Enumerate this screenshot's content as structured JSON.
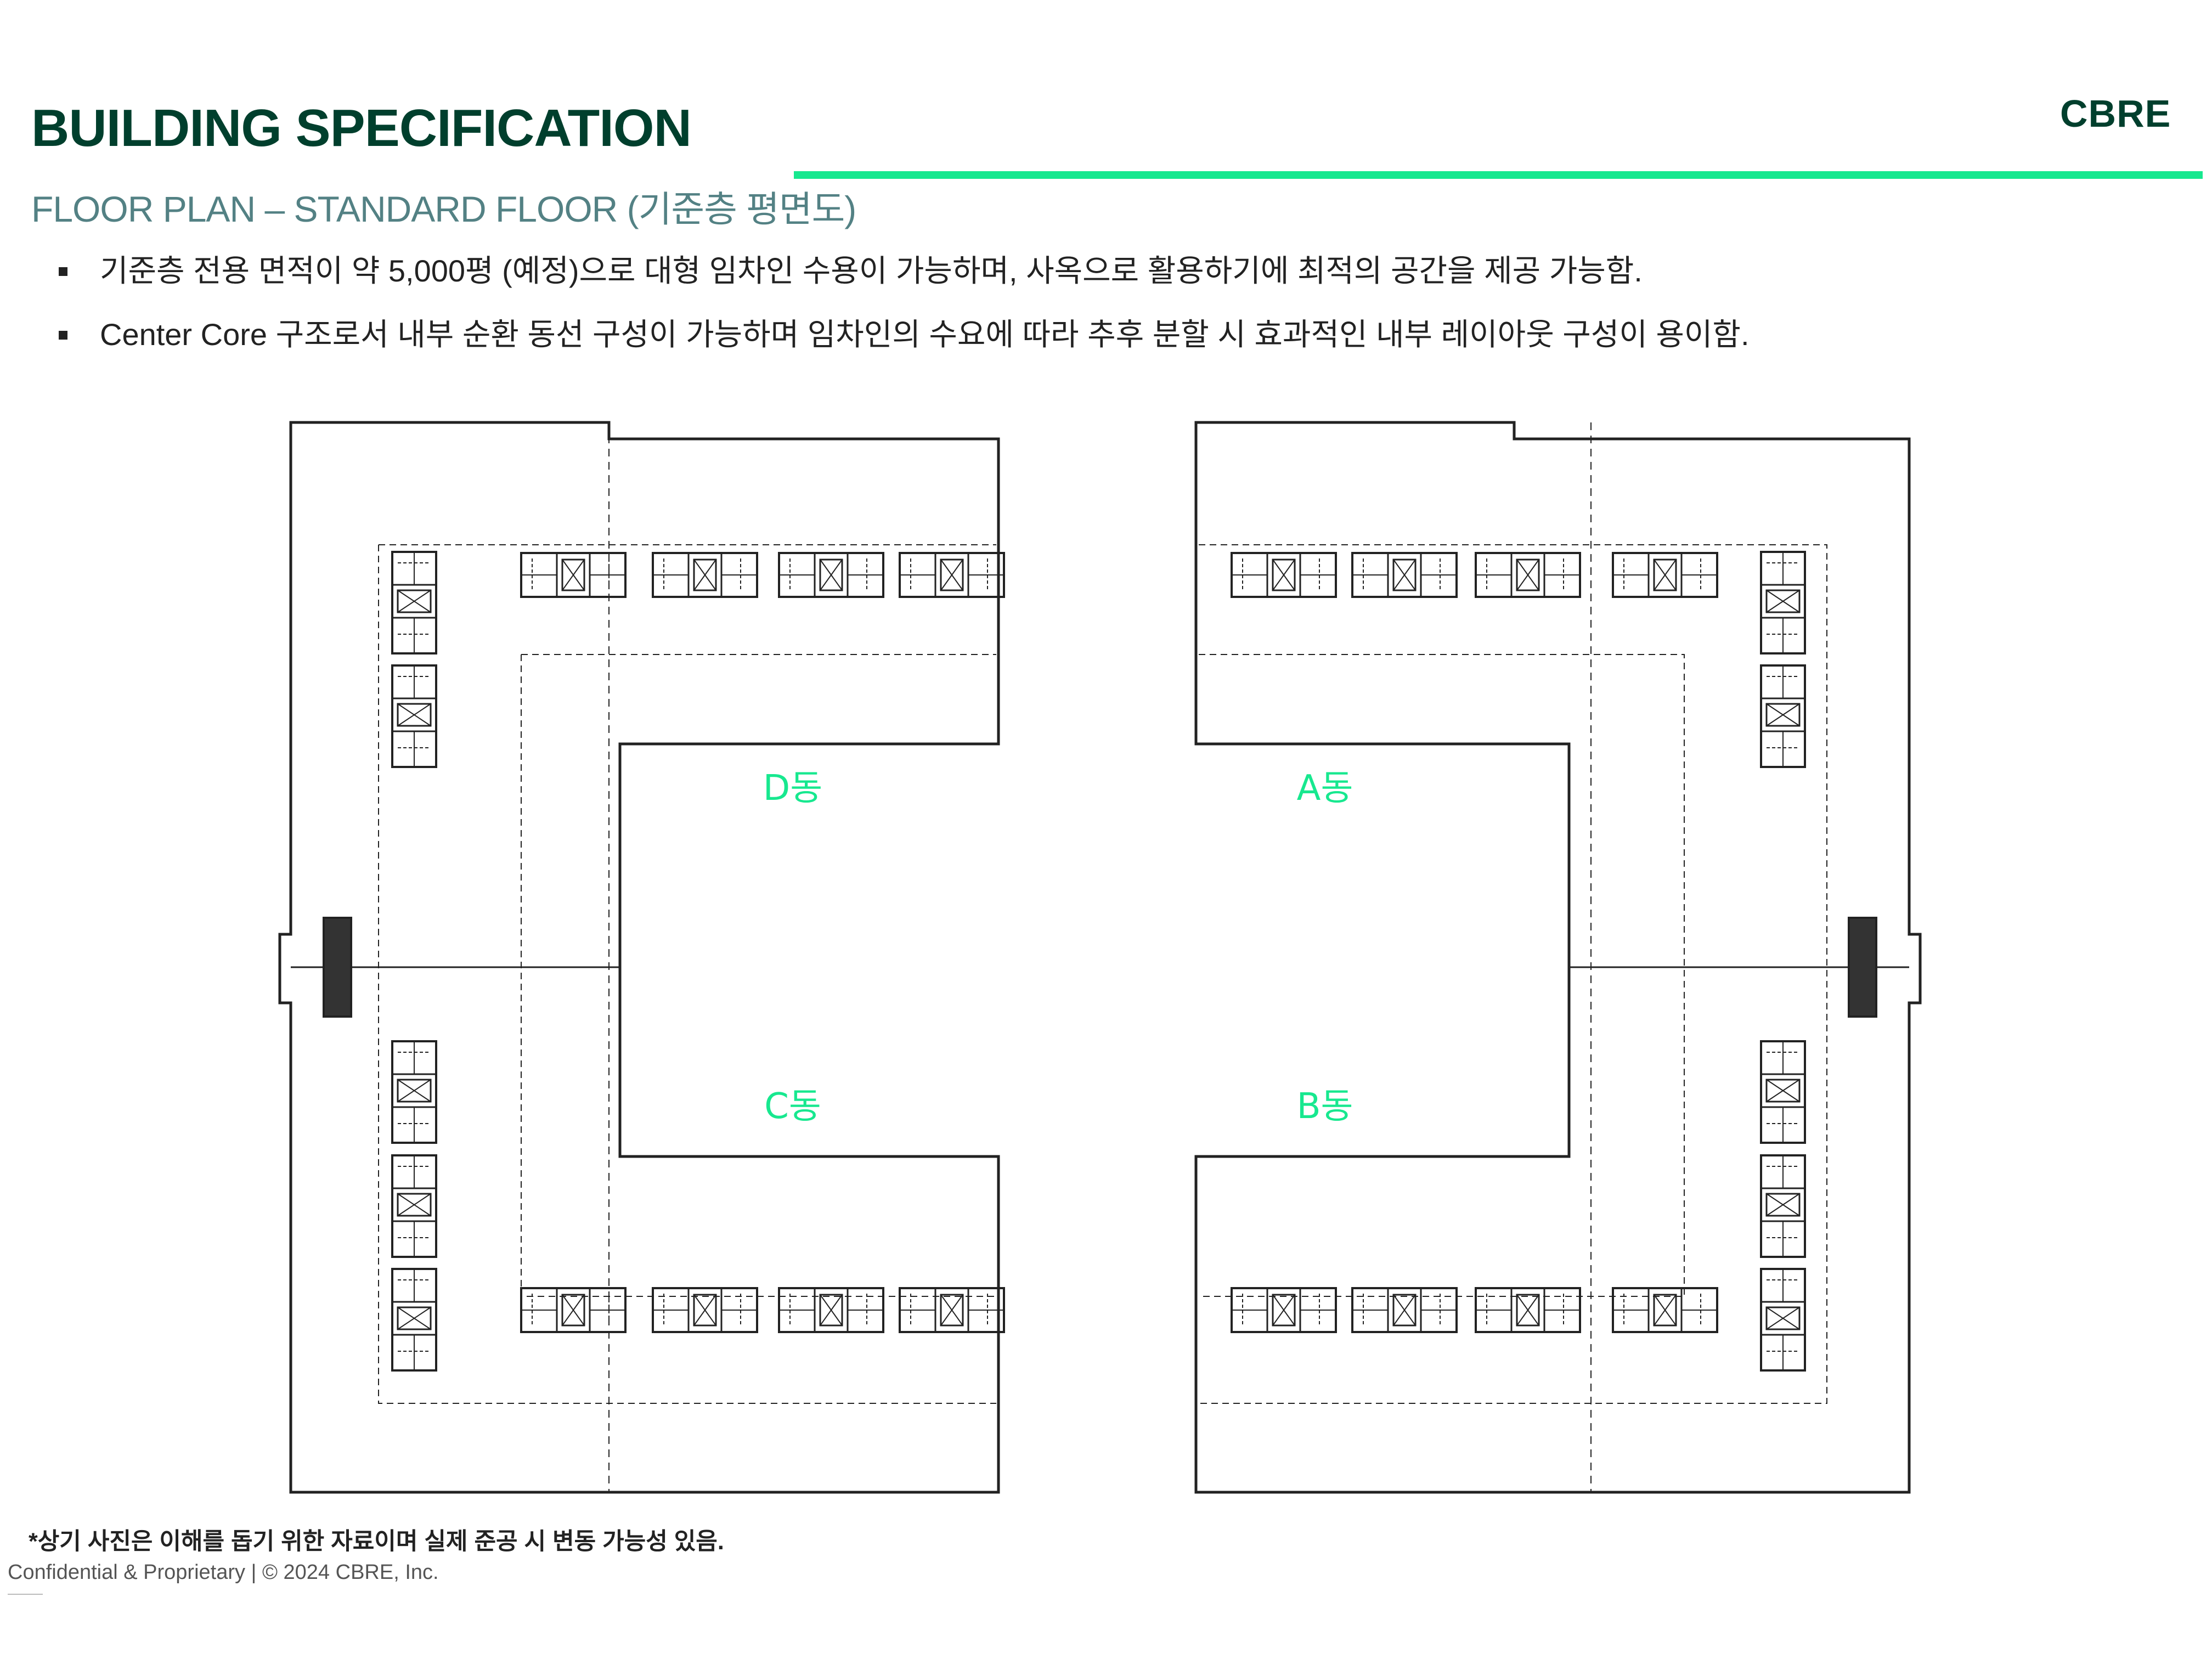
{
  "header": {
    "title": "BUILDING SPECIFICATION",
    "logo": "CBRE",
    "subtitle": "FLOOR PLAN – STANDARD FLOOR (기준층 평면도)"
  },
  "bullets": [
    "기준층 전용 면적이 약 5,000평 (예정)으로 대형 임차인 수용이 가능하며, 사옥으로 활용하기에 최적의 공간을 제공 가능함.",
    "Center Core 구조로서 내부 순환 동선 구성이 가능하며 임차인의 수요에 따라 추후 분할 시 효과적인 내부 레이아웃 구성이 용이함."
  ],
  "floor_plan": {
    "wings": [
      "D동",
      "A동",
      "C동",
      "B동"
    ]
  },
  "note": "*상기 사진은 이해를 돕기 위한 자료이며 실제 준공 시 변동 가능성 있음.",
  "footer": "Confidential & Proprietary | © 2024 CBRE, Inc.",
  "colors": {
    "brand_dark_green": "#003F2D",
    "accent_green": "#17E88F",
    "subtitle_teal": "#538184"
  }
}
